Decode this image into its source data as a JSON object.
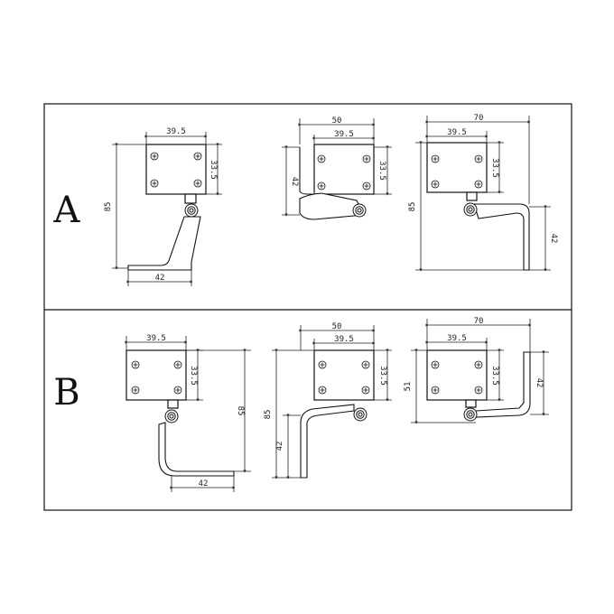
{
  "rows": [
    {
      "label": "A",
      "variants": [
        {
          "plate_width": "39.5",
          "plate_height": "33.5",
          "overall_height": "85",
          "foot_length": "42"
        },
        {
          "overall_width": "50",
          "plate_width": "39.5",
          "plate_height": "33.5",
          "arm_height": "42"
        },
        {
          "overall_width": "70",
          "plate_width": "39.5",
          "plate_height": "33.5",
          "overall_height": "85",
          "arm_height": "42"
        }
      ]
    },
    {
      "label": "B",
      "variants": [
        {
          "plate_width": "39.5",
          "plate_height": "33.5",
          "overall_height": "85",
          "foot_length": "42"
        },
        {
          "overall_width": "50",
          "plate_width": "39.5",
          "plate_height": "33.5",
          "overall_height": "85",
          "arm_height": "42"
        },
        {
          "overall_width": "70",
          "plate_width": "39.5",
          "plate_height": "33.5",
          "overall_height": "51",
          "arm_height": "42"
        }
      ]
    }
  ]
}
